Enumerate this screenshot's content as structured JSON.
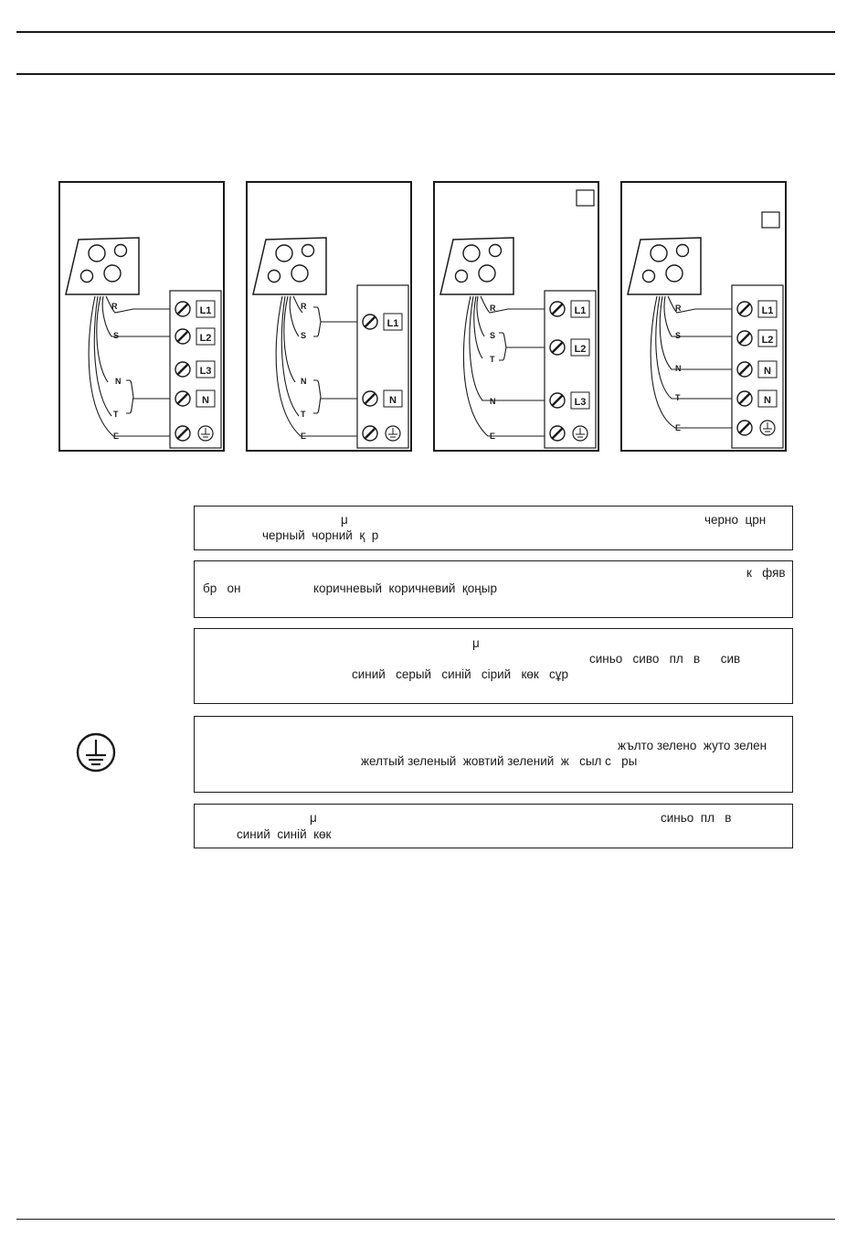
{
  "diagrams": [
    {
      "wires": [
        "R",
        "S",
        "N",
        "T",
        "E"
      ],
      "terminals": [
        "L1",
        "L2",
        "L3",
        "N",
        "earth"
      ],
      "has_square_marker": false
    },
    {
      "wires": [
        "R",
        "S",
        "N",
        "T",
        "E"
      ],
      "terminals": [
        "L1",
        "N",
        "earth"
      ],
      "has_square_marker": false
    },
    {
      "wires": [
        "R",
        "S",
        "T",
        "N",
        "E"
      ],
      "terminals": [
        "L1",
        "L2",
        "L3",
        "earth"
      ],
      "has_square_marker": true
    },
    {
      "wires": [
        "R",
        "S",
        "N",
        "T",
        "E"
      ],
      "terminals": [
        "L1",
        "L2",
        "N",
        "N",
        "earth"
      ],
      "has_square_marker": true
    }
  ],
  "color_boxes": {
    "black": {
      "mu": "μ",
      "colors_right": "черно  црн",
      "colors_line2": "черный  чорний  қ  р"
    },
    "brown": {
      "colors_right": "к   фяв",
      "colors_line2_left": "бр   он",
      "colors_line2": "коричневый  коричневий  қоңыр"
    },
    "grey": {
      "mu": "μ",
      "colors_right": "синьо   сиво   пл   в      сив",
      "colors_line2": "синий   серый   синій   сірий   көк   сұр"
    },
    "earth": {
      "colors_right": "жълто зелено  жуто зелен",
      "colors_line2": "желтый зеленый  жовтий зелений  ж   сыл с   ры"
    },
    "blue": {
      "mu": "μ",
      "colors_right": "синьо  пл   в",
      "colors_line2": "синий  синій  көк"
    }
  },
  "icons": {
    "earth_symbol": "protective-earth-icon",
    "screw": "screw-terminal-icon"
  }
}
